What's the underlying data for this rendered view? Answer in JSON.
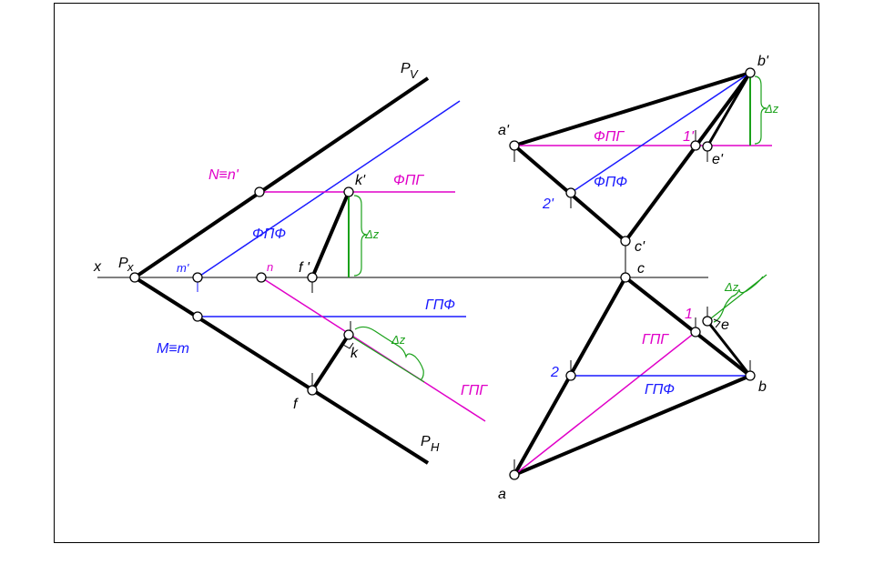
{
  "colors": {
    "main": "#000000",
    "frontal": "#1a1aff",
    "horizontal": "#e000c8",
    "delta": "#1aa11a"
  },
  "labels": {
    "x": "x",
    "px": "P",
    "px_sub": "x",
    "pv": "P",
    "pv_sub": "V",
    "ph": "P",
    "ph_sub": "H",
    "n_eq": "N≡n'",
    "m_eq": "M≡m",
    "m_prime": "m'",
    "n": "n",
    "f_prime": "f '",
    "f": "f",
    "k_prime": "k'",
    "k": "k",
    "fpg_left": "ФПГ",
    "fpf_left": "ФПФ",
    "gpf_left": "ГПФ",
    "gpg_left": "ГПГ",
    "dz_left_top": "Δz",
    "dz_left_bottom": "Δz",
    "a_prime": "a'",
    "b_prime": "b'",
    "c_prime": "c'",
    "e_prime": "e'",
    "one_prime": "1'",
    "two_prime": "2'",
    "a": "a",
    "b": "b",
    "c": "c",
    "e": "e",
    "one": "1",
    "two": "2",
    "fpg_right": "ФПГ",
    "fpf_right": "ФПФ",
    "gpg_right": "ГПГ",
    "gpf_right": "ГПФ",
    "dz_right_top": "Δz",
    "dz_right_bottom": "Δz"
  }
}
